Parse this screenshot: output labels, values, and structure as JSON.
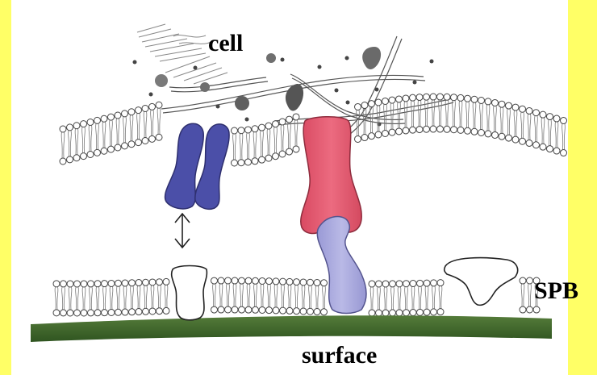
{
  "labels": {
    "cell": "cell",
    "spb": "SPB",
    "surface": "surface"
  },
  "colors": {
    "background": "#ffff66",
    "panel": "#ffffff",
    "receptor_blue": "#4b4fa8",
    "receptor_red": "#e0566e",
    "tether_lavender": "#a9a9dd",
    "surface_green": "#3f6b2c"
  },
  "components": {
    "upper_membrane": "lipid-bilayer",
    "lower_membrane": "lipid-bilayer",
    "arrow": "double-arrow-icon"
  }
}
